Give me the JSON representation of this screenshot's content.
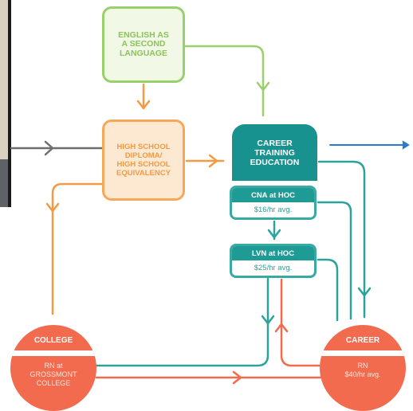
{
  "nodes": {
    "esl": [
      "ENGLISH AS",
      "A SECOND",
      "LANGUAGE"
    ],
    "high_school": [
      "HIGH SCHOOL",
      "DIPLOMA/",
      "HIGH SCHOOL",
      "EQUIVALENCY"
    ],
    "career_training": [
      "CAREER",
      "TRAINING",
      "EDUCATION"
    ],
    "cna": {
      "title": "CNA at HOC",
      "wage": "$16/hr avg."
    },
    "lvn": {
      "title": "LVN at HOC",
      "wage": "$25/hr avg."
    },
    "college": {
      "header": "COLLEGE",
      "body": [
        "RN at",
        "GROSSMONT",
        "COLLEGE"
      ]
    },
    "career": {
      "header": "CAREER",
      "body": [
        "RN",
        "$40/hr avg."
      ]
    }
  },
  "colors": {
    "green": "#9bcf6b",
    "orange": "#f5a85a",
    "teal": "#17928f",
    "teal_line": "#2aa39c",
    "coral": "#f26b4f",
    "gray": "#6e6e6e",
    "blue": "#2a7ad1"
  }
}
